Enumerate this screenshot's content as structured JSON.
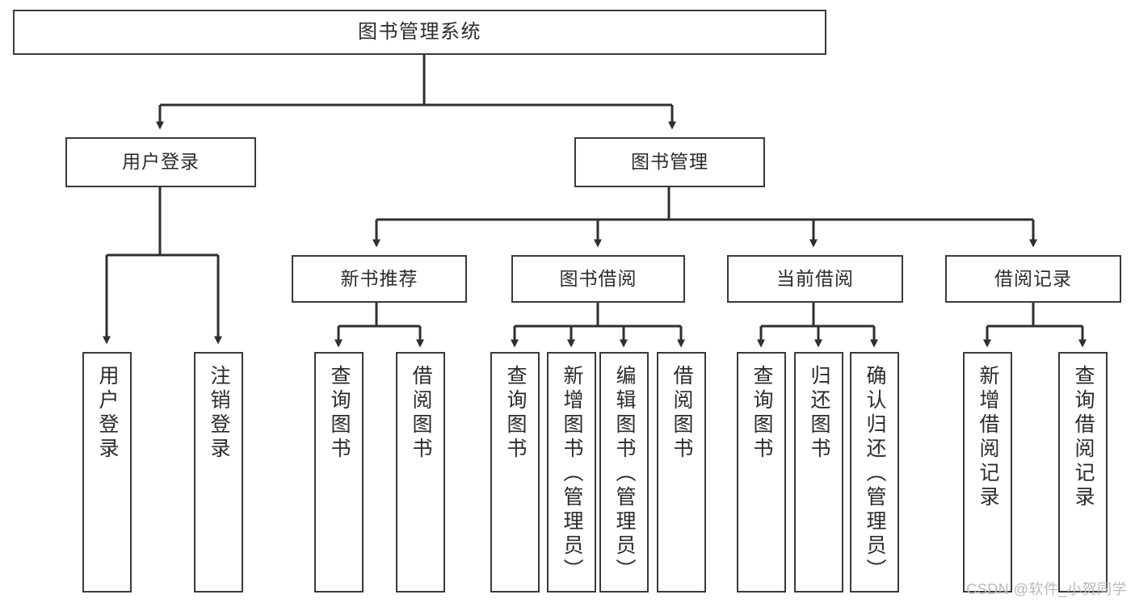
{
  "diagram": {
    "title": "图书管理系统",
    "type": "tree-hierarchy-diagram",
    "colors": {
      "box_border": "#3a3a3a",
      "box_fill": "#ffffff",
      "connector": "#2f2f2f",
      "text": "#2b2b2b",
      "watermark": "#b9b9b9",
      "background": "#ffffff"
    },
    "root": {
      "label": "图书管理系统"
    },
    "level2": [
      {
        "label": "用户登录"
      },
      {
        "label": "图书管理"
      }
    ],
    "level3": [
      {
        "label": "新书推荐"
      },
      {
        "label": "图书借阅"
      },
      {
        "label": "当前借阅"
      },
      {
        "label": "借阅记录"
      }
    ],
    "leaves": {
      "user_login": [
        {
          "label": "用户登录"
        },
        {
          "label": "注销登录"
        }
      ],
      "new_book_recommend": [
        {
          "label": "查询图书"
        },
        {
          "label": "借阅图书"
        }
      ],
      "book_borrow": [
        {
          "label": "查询图书"
        },
        {
          "label": "新增图书（管理员）"
        },
        {
          "label": "编辑图书（管理员）"
        },
        {
          "label": "借阅图书"
        }
      ],
      "current_borrow": [
        {
          "label": "查询图书"
        },
        {
          "label": "归还图书"
        },
        {
          "label": "确认归还（管理员）"
        }
      ],
      "borrow_record": [
        {
          "label": "新增借阅记录"
        },
        {
          "label": "查询借阅记录"
        }
      ]
    },
    "watermark": "CSDN @软件_小贺同学"
  }
}
